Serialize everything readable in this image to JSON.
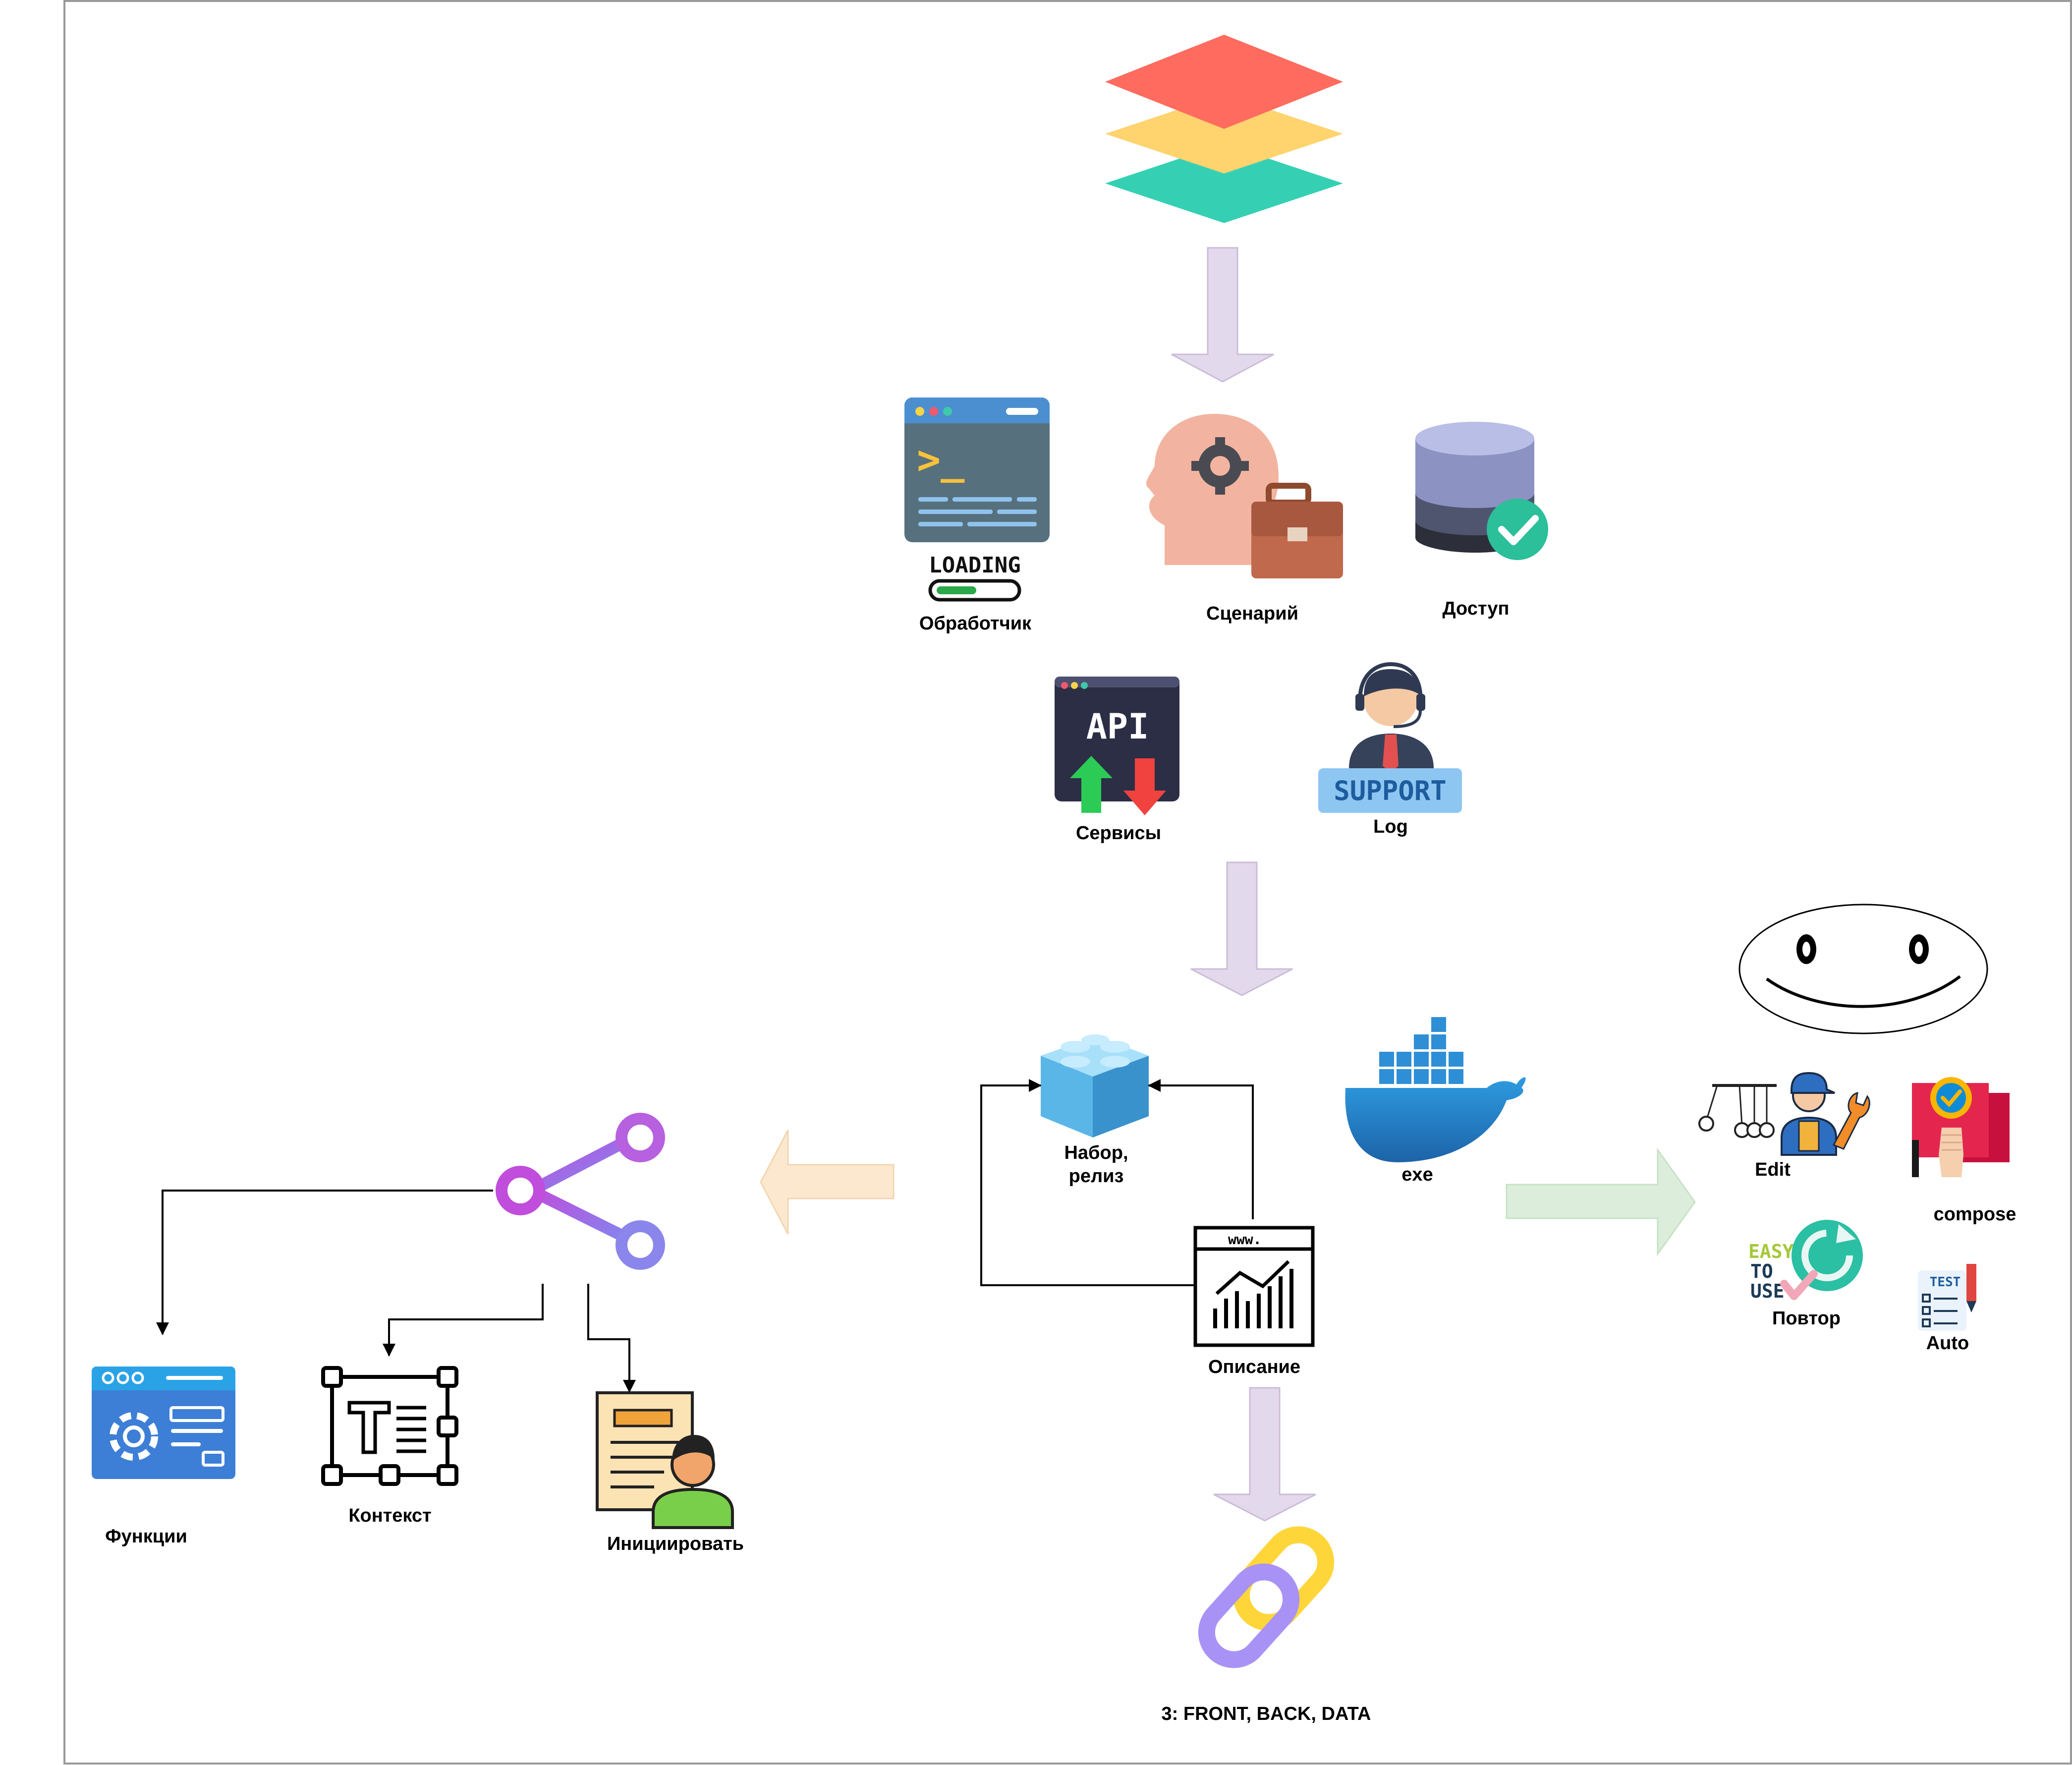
{
  "labels": {
    "handler": "Обработчик",
    "scenario": "Сценарий",
    "access": "Доступ",
    "services": "Сервисы",
    "log": "Log",
    "set_release_1": "Набор,",
    "set_release_2": "релиз",
    "exe": "exe",
    "description": "Описание",
    "layers_bottom": "3: FRONT, BACK, DATA",
    "functions": "Функции",
    "context": "Контекст",
    "initiate": "Инициировать",
    "edit": "Edit",
    "compose": "compose",
    "repeat": "Повтор",
    "auto": "Auto"
  },
  "icon_text": {
    "loading": "LOADING",
    "prompt": ">_",
    "api": "API",
    "support": "SUPPORT",
    "www": "www.",
    "easy": "EASY",
    "to": "TO",
    "use": "USE",
    "test": "TEST"
  },
  "colors": {
    "layer_top": "#FF6B5E",
    "layer_mid": "#FFD36E",
    "layer_bot": "#35D0B4",
    "arrow_down": "#E3D9EC",
    "arrow_left": "#FCE8CF",
    "arrow_right": "#DCEEDB",
    "share_icon": "#B44FE0"
  }
}
